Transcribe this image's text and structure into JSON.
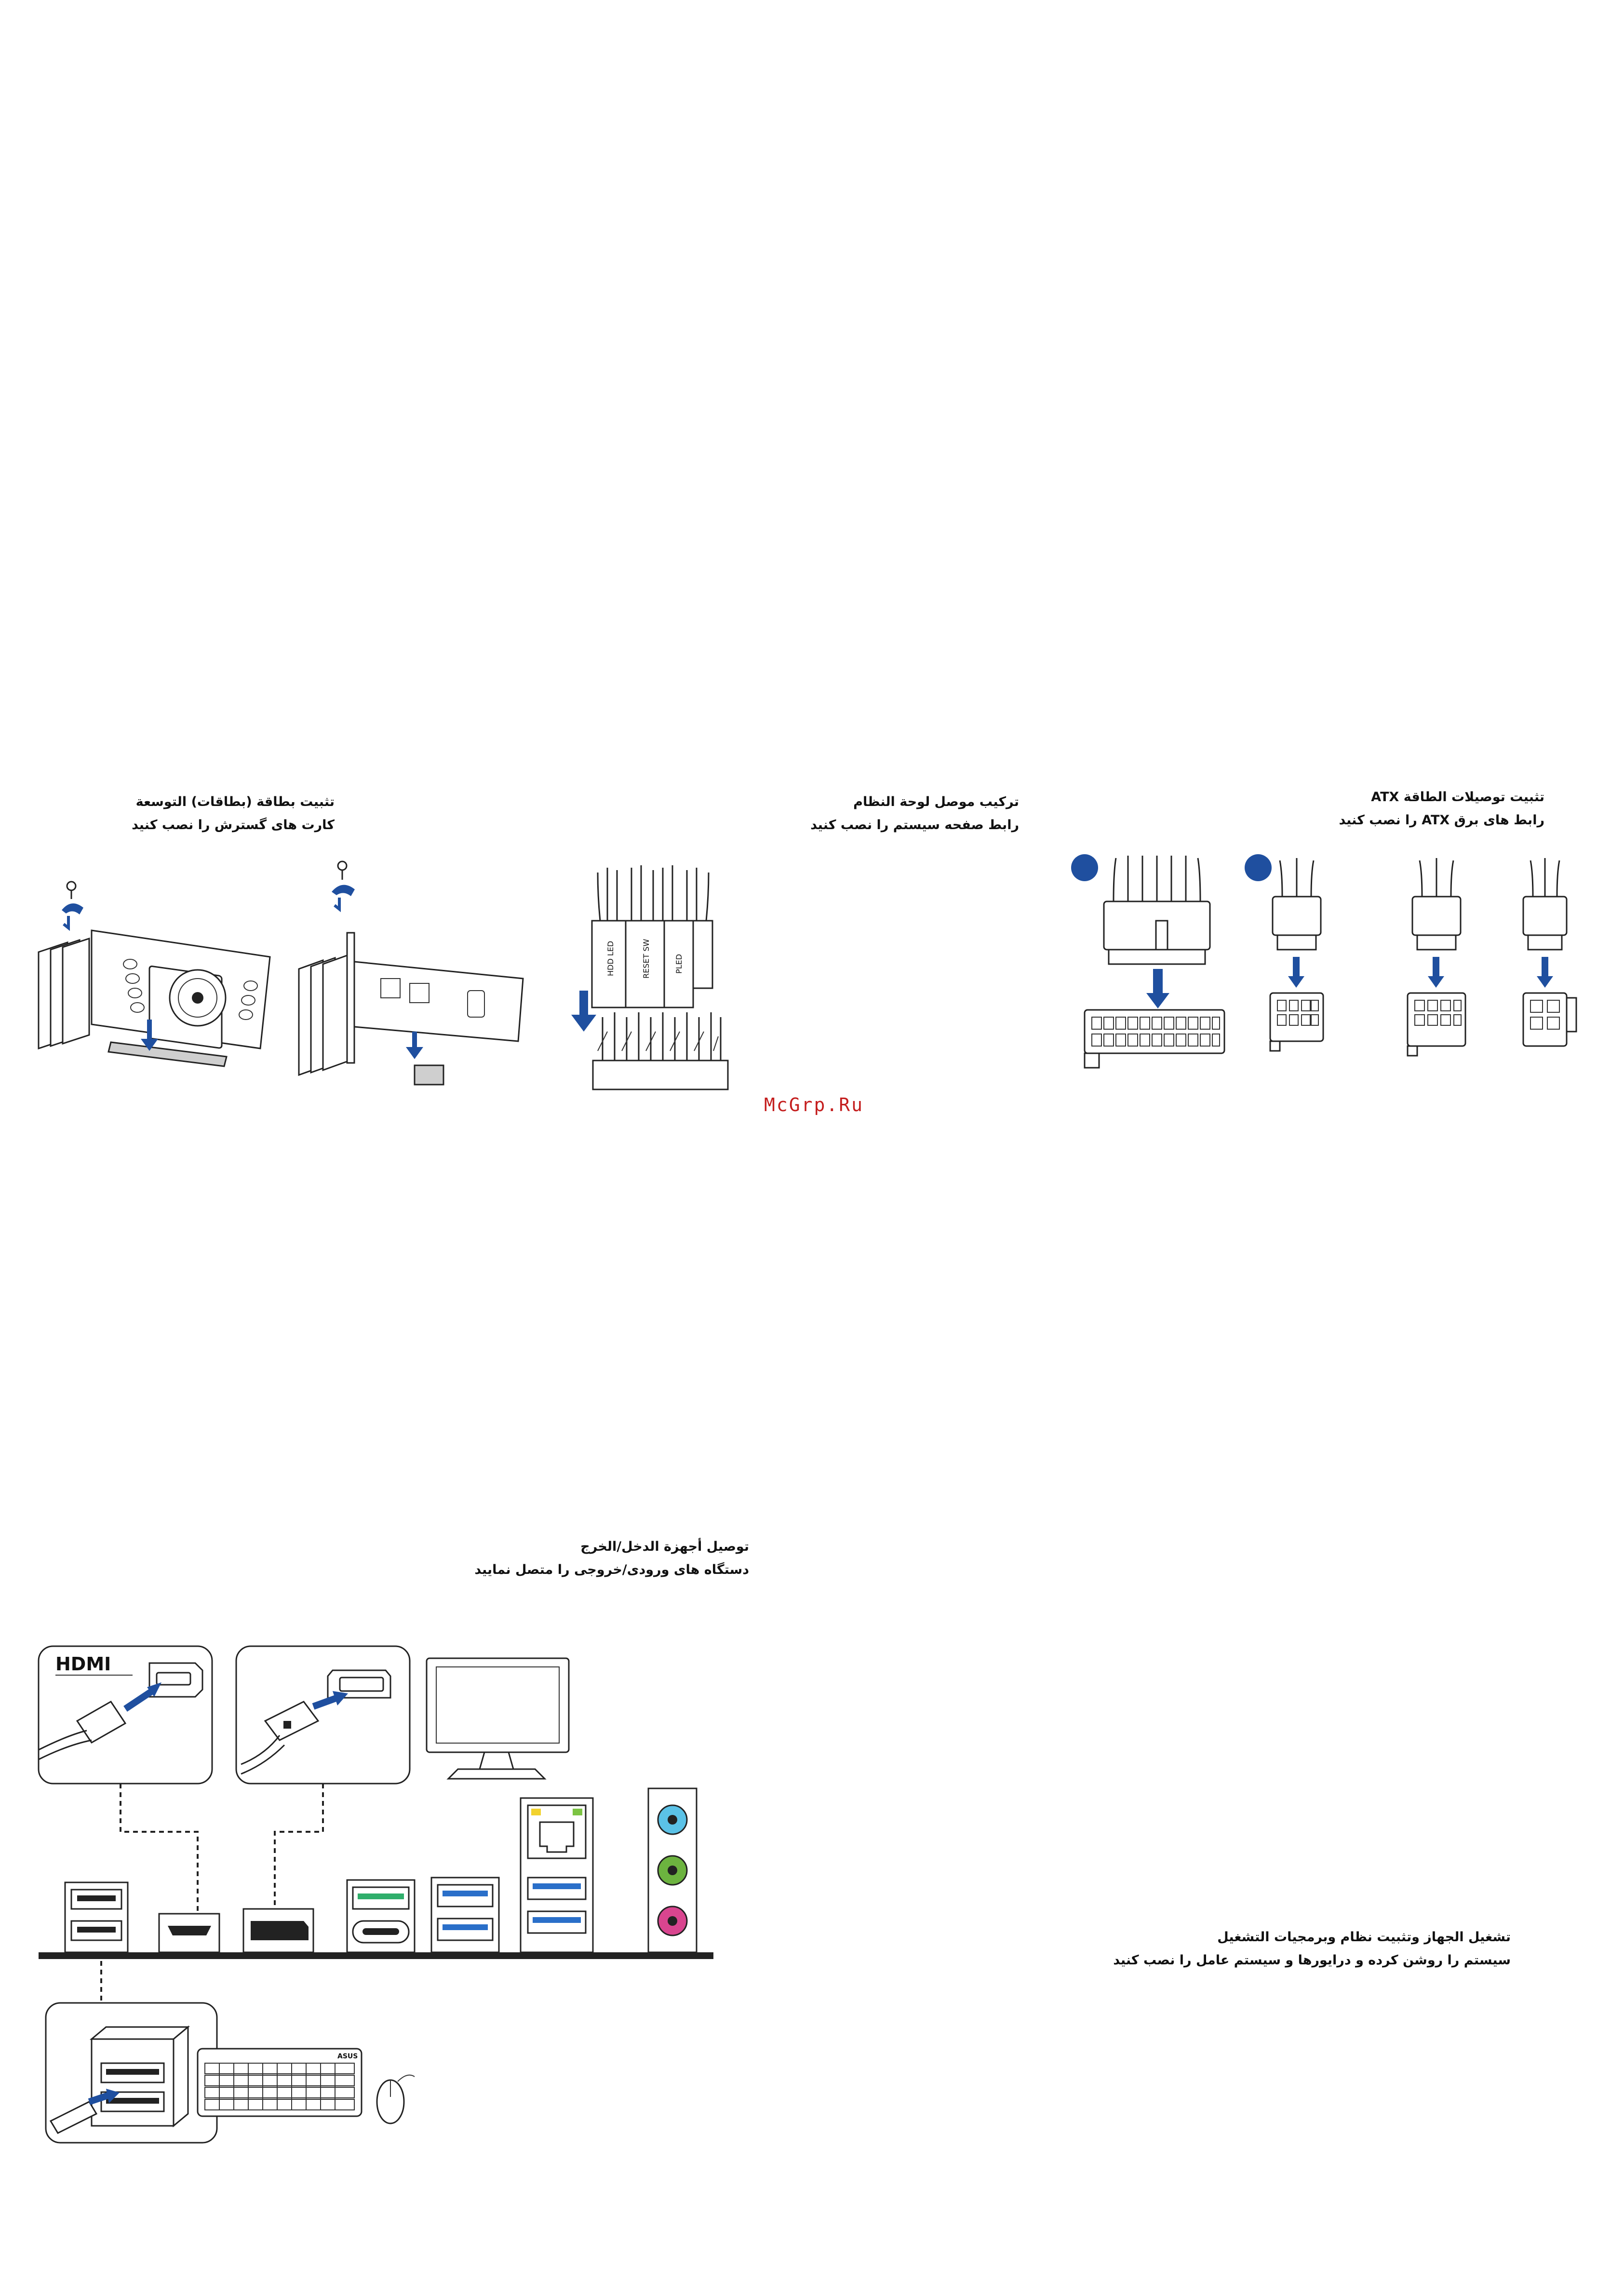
{
  "watermark": "McGrp.Ru",
  "sections": {
    "expansion": {
      "title": "تثبيت بطاقة (بطاقات) التوسعة",
      "subtitle": "کارت های گسترش را نصب کنید"
    },
    "front_panel": {
      "title": "تركيب موصل لوحة النظام",
      "subtitle": "رابط صفحه سیستم را نصب کنید",
      "pin_labels": [
        "HDD LED",
        "RESET SW",
        "PLED"
      ]
    },
    "atx_power": {
      "title": "تثبيت توصيلات الطاقة ATX",
      "subtitle": "رابط های برق ATX را نصب کنید"
    },
    "io_devices": {
      "title": "توصيل أجهزة الدخل/الخرج",
      "subtitle": "دستگاه های ورودی/خروجی را متصل نمایید",
      "hdmi_logo": "HDMI",
      "keyboard_logo": "ASUS"
    },
    "power_on": {
      "title": "تشغيل الجهاز وتثبيت نظام وبرمجيات التشغيل",
      "subtitle": "سیستم را روشن کرده و درایورها و سیستم عامل را نصب کنید"
    }
  },
  "colors": {
    "arrow_blue": "#1f4f9f",
    "audio_line_in": "#5bc2e7",
    "audio_line_out": "#6cb33f",
    "audio_mic": "#d9458f",
    "usb3_blue": "#2a6fc9",
    "usb_green": "#2fae6b",
    "lan_led_yellow": "#f2d22e",
    "lan_led_green": "#7cc443",
    "watermark_red": "#c41e1e"
  },
  "icons": [
    "screw-icon",
    "rotate-arrow-icon",
    "push-arrow-icon",
    "monitor-icon",
    "keyboard-icon",
    "mouse-icon",
    "usb-drive-icon"
  ]
}
